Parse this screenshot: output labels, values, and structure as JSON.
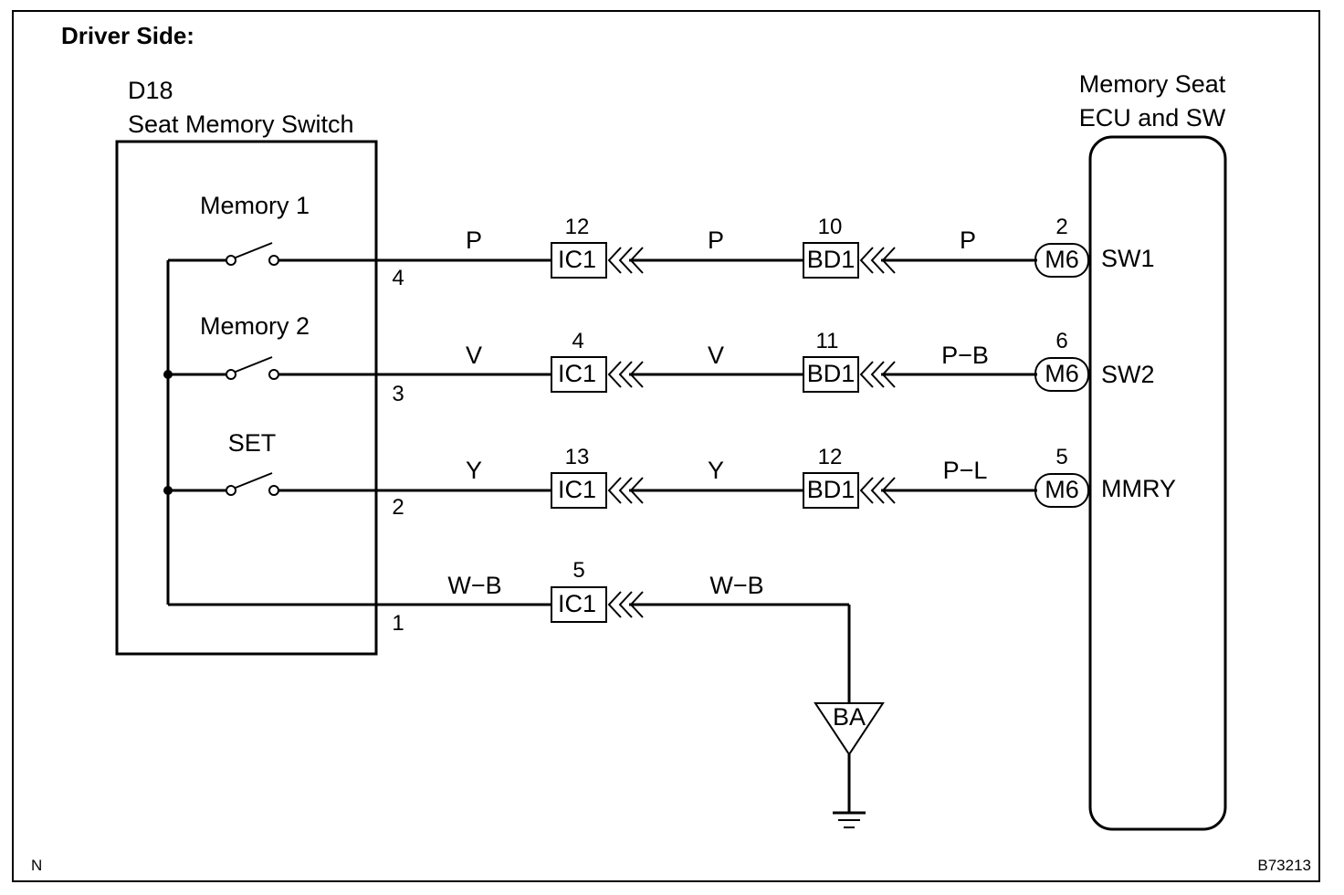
{
  "title": "Driver Side:",
  "left_component": {
    "code": "D18",
    "name": "Seat Memory Switch"
  },
  "switches": [
    "Memory 1",
    "Memory 2",
    "SET"
  ],
  "right_component": {
    "name_line1": "Memory Seat",
    "name_line2": "ECU and SW"
  },
  "wires": [
    {
      "pin_left": "4",
      "color1": "P",
      "ic_pin": "12",
      "ic": "IC1",
      "color2": "P",
      "bd_pin": "10",
      "bd": "BD1",
      "color3": "P",
      "m_pin": "2",
      "m": "M6",
      "signal": "SW1"
    },
    {
      "pin_left": "3",
      "color1": "V",
      "ic_pin": "4",
      "ic": "IC1",
      "color2": "V",
      "bd_pin": "11",
      "bd": "BD1",
      "color3": "P−B",
      "m_pin": "6",
      "m": "M6",
      "signal": "SW2"
    },
    {
      "pin_left": "2",
      "color1": "Y",
      "ic_pin": "13",
      "ic": "IC1",
      "color2": "Y",
      "bd_pin": "12",
      "bd": "BD1",
      "color3": "P−L",
      "m_pin": "5",
      "m": "M6",
      "signal": "MMRY"
    }
  ],
  "ground_wire": {
    "pin_left": "1",
    "color1": "W−B",
    "ic_pin": "5",
    "ic": "IC1",
    "color2": "W−B",
    "ground": "BA"
  },
  "corner_left": "N",
  "corner_right": "B73213"
}
